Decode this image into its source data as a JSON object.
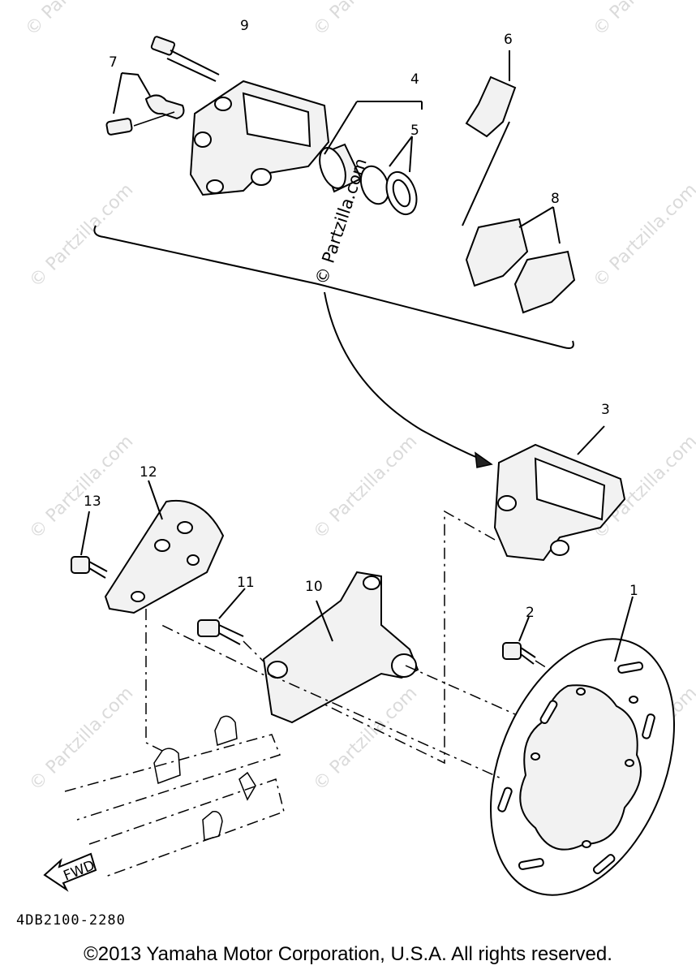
{
  "diagram": {
    "callouts": [
      "1",
      "2",
      "3",
      "4",
      "5",
      "6",
      "7",
      "8",
      "9",
      "10",
      "11",
      "12",
      "13"
    ],
    "fwd_label": "FWD",
    "watermark": "© Partzilla.com",
    "center_watermark": "© Partzilla.com",
    "part_code": "4DB2100-2280",
    "copyright": "©2013 Yamaha Motor Corporation, U.S.A. All rights reserved."
  }
}
